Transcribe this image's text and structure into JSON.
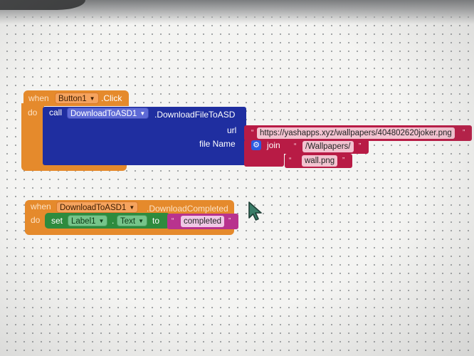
{
  "event1": {
    "when": "when",
    "component": "Button1",
    "event": ".Click",
    "do": "do",
    "call": {
      "call_label": "call",
      "component": "DownloadToASD1",
      "method": ".DownloadFileToASD",
      "url_label": "url",
      "url_value": "https://yashapps.xyz/wallpapers/404802620joker.png",
      "file_name_label": "file Name",
      "join_label": "join",
      "join_items": [
        "/Wallpapers/",
        "wall.png"
      ]
    }
  },
  "event2": {
    "when": "when",
    "component": "DownloadToASD1",
    "event": ".DownloadCompleted",
    "do": "do",
    "set": {
      "set_label": "set",
      "component": "Label1",
      "property": "Text",
      "to_label": "to",
      "value": "completed"
    }
  },
  "colors": {
    "event_block": "#e58a2c",
    "component_method": "#1f2ea0",
    "text_block": "#b81b45",
    "setter_block": "#2e8b3e",
    "workspace": "#f4f4f2"
  },
  "icons": [
    "gear-icon",
    "dropdown-caret-icon",
    "mouse-pointer-icon"
  ]
}
